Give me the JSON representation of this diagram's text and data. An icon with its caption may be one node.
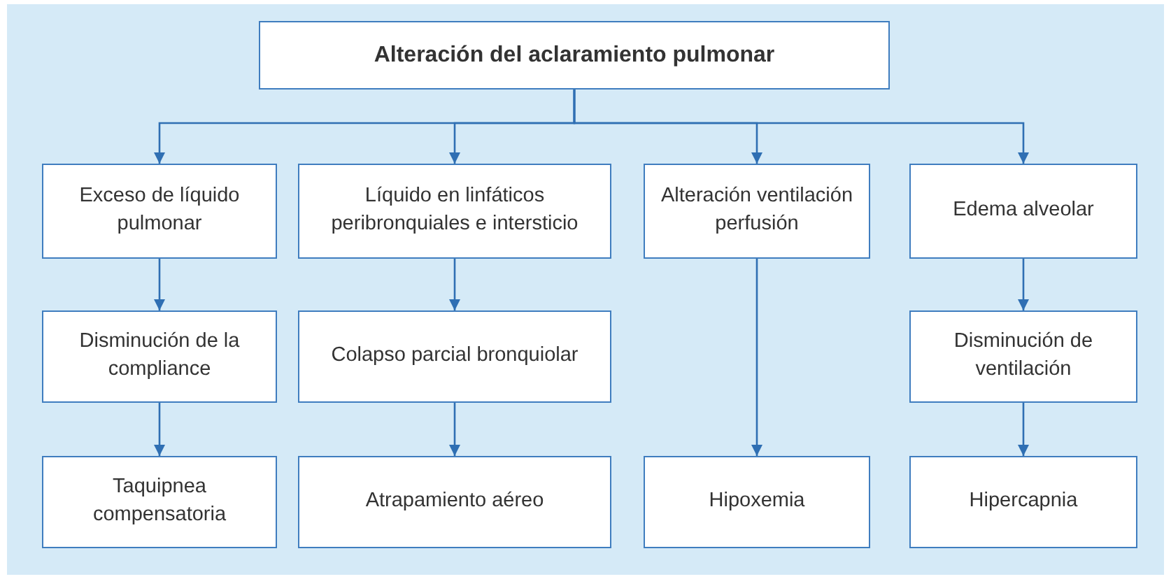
{
  "diagram": {
    "nodes": [
      {
        "text": [
          "Alteración del aclaramiento pulmonar"
        ]
      },
      {
        "text": [
          "Exceso de líquido pulmonar"
        ]
      },
      {
        "text": [
          "Líquido en linfáticos peribronquiales e intersticio"
        ]
      },
      {
        "text": [
          "Alteración ventilación perfusión"
        ]
      },
      {
        "text": [
          "Edema alveolar"
        ]
      },
      {
        "text": [
          "Disminución de la compliance"
        ]
      },
      {
        "text": [
          "Colapso parcial bronquiolar"
        ]
      },
      {
        "text": [
          "Disminución de ventilación"
        ]
      },
      {
        "text": [
          "Taquipnea compensatoria"
        ]
      },
      {
        "text": [
          "Atrapamiento aéreo"
        ]
      },
      {
        "text": [
          "Hipoxemia"
        ]
      },
      {
        "text": [
          "Hipercapnia"
        ]
      }
    ],
    "edges": [
      {
        "from": 0,
        "to": 1,
        "arrow": "to"
      },
      {
        "from": 0,
        "to": 2,
        "arrow": "to"
      },
      {
        "from": 0,
        "to": 3,
        "arrow": "to"
      },
      {
        "from": 0,
        "to": 4,
        "arrow": "to"
      },
      {
        "from": 1,
        "to": 5,
        "arrow": "to"
      },
      {
        "from": 5,
        "to": 8,
        "arrow": "to"
      },
      {
        "from": 2,
        "to": 6,
        "arrow": "to"
      },
      {
        "from": 6,
        "to": 9,
        "arrow": "to"
      },
      {
        "from": 3,
        "to": 10,
        "arrow": "to"
      },
      {
        "from": 4,
        "to": 7,
        "arrow": "to"
      },
      {
        "from": 7,
        "to": 11,
        "arrow": "to"
      }
    ]
  }
}
